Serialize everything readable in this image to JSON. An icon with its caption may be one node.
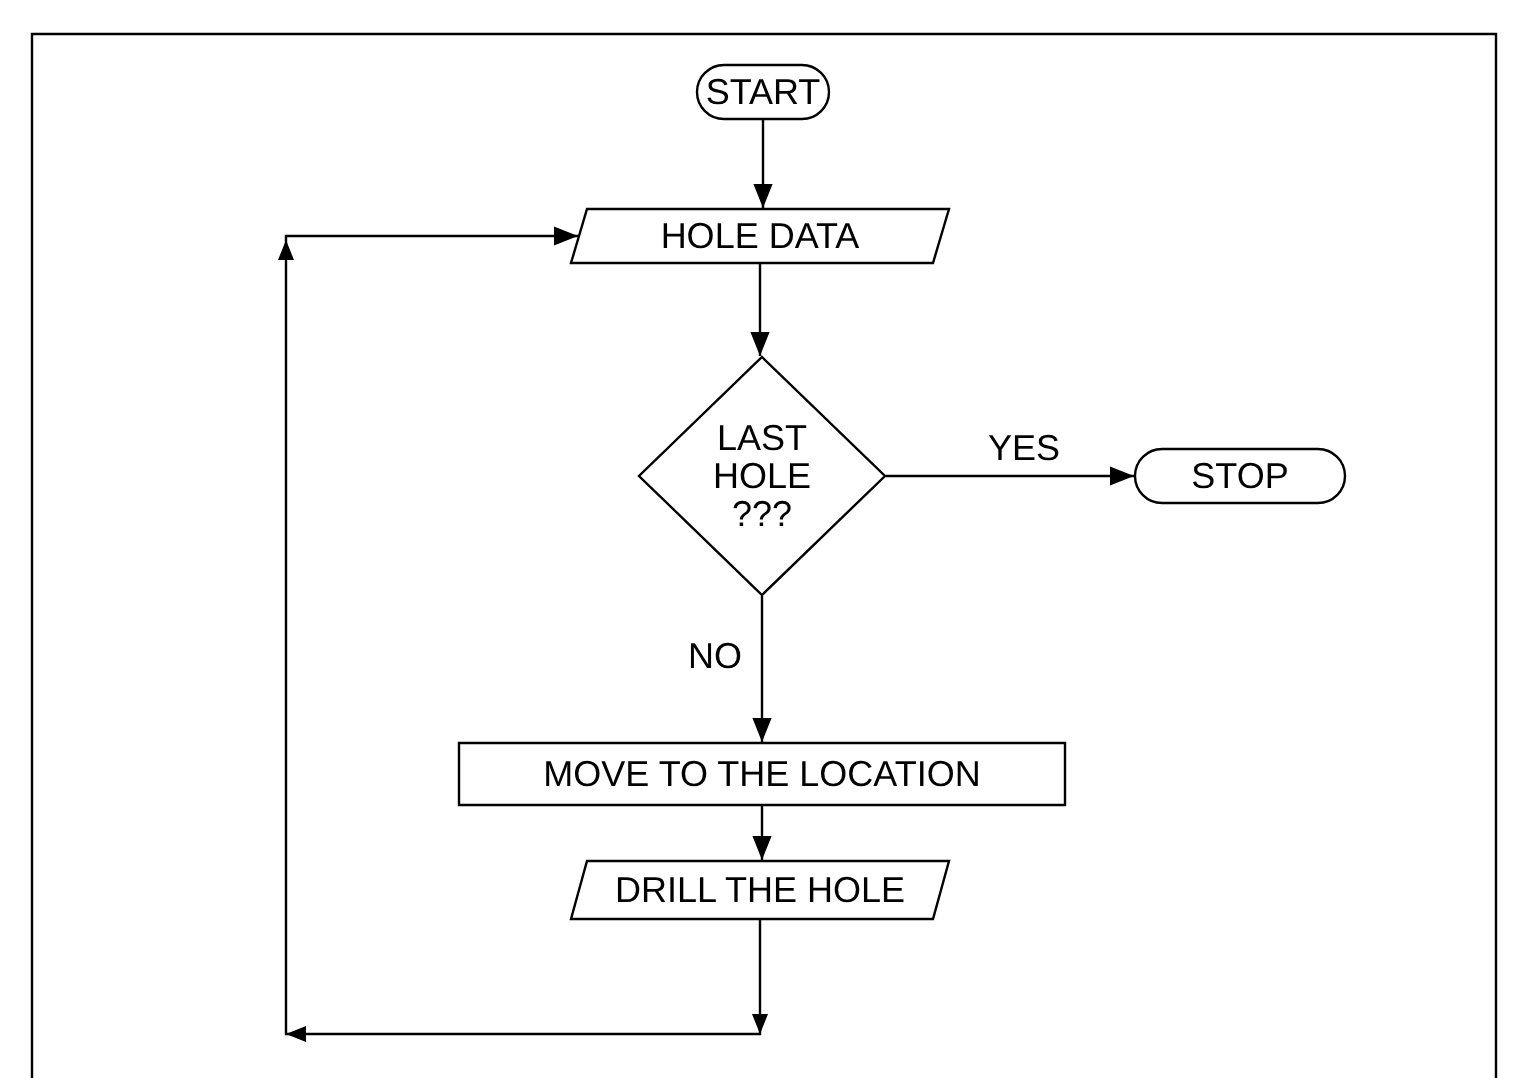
{
  "diagram": {
    "nodes": [
      {
        "text": [
          "START"
        ]
      },
      {
        "text": [
          "HOLE DATA"
        ]
      },
      {
        "text": [
          "LAST HOLE ???"
        ]
      },
      {
        "text": [
          "STOP"
        ]
      },
      {
        "text": [
          "MOVE TO THE LOCATION"
        ]
      },
      {
        "text": [
          "DRILL THE HOLE"
        ]
      }
    ],
    "edges": [
      {
        "from": 0,
        "to": 1,
        "arrow": "to"
      },
      {
        "from": 1,
        "to": 2,
        "arrow": "to"
      },
      {
        "from": 2,
        "to": 3,
        "arrow": "to",
        "label": "YES"
      },
      {
        "from": 2,
        "to": 4,
        "arrow": "to",
        "label": "NO"
      },
      {
        "from": 4,
        "to": 5,
        "arrow": "to"
      },
      {
        "from": 5,
        "to": 1,
        "arrow": "to"
      }
    ]
  }
}
